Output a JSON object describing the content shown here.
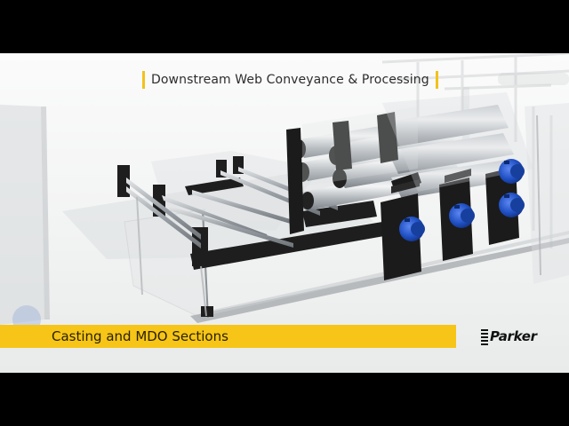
{
  "video": {
    "top_caption": "Downstream Web Conveyance & Processing",
    "section_title": "Casting and MDO Sections",
    "brand_logo": "Parker"
  },
  "colors": {
    "caption_accent": "#f2c21b",
    "banner_background": "#f6c518",
    "frame_black": "#000000",
    "motor_blue": "#1f4fc2",
    "machine_frame": "#1e1e1e"
  }
}
